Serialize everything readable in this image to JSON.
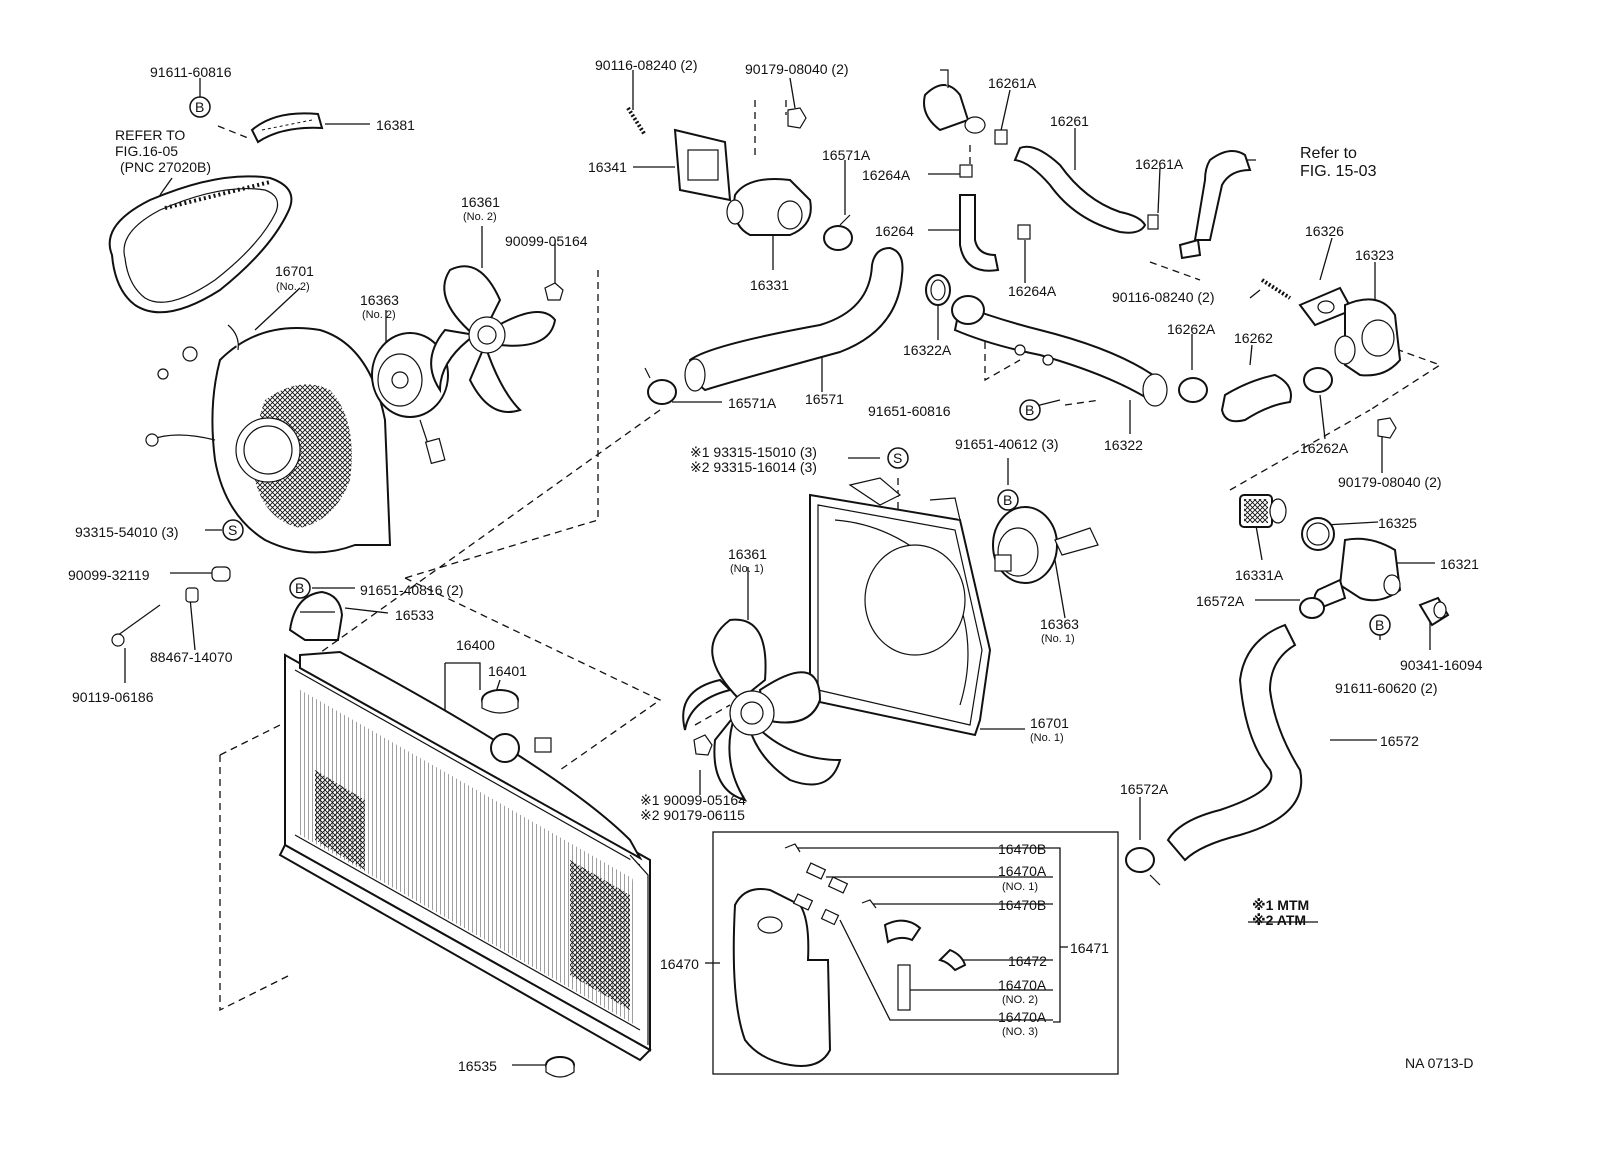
{
  "callouts": [
    {
      "id": "c1",
      "text": "91611-60816"
    },
    {
      "id": "c2",
      "text": "16381"
    },
    {
      "id": "c3",
      "text": "REFER TO"
    },
    {
      "id": "c4",
      "text": "FIG.16-05"
    },
    {
      "id": "c5",
      "text": "(PNC 27020B)"
    },
    {
      "id": "c6",
      "text": "16361"
    },
    {
      "id": "c7",
      "text": "(No. 2)"
    },
    {
      "id": "c8",
      "text": "90099-05164"
    },
    {
      "id": "c9",
      "text": "16701"
    },
    {
      "id": "c10",
      "text": "(No. 2)"
    },
    {
      "id": "c11",
      "text": "16363"
    },
    {
      "id": "c12",
      "text": "(No. 2)"
    },
    {
      "id": "c13",
      "text": "93315-54010 (3)"
    },
    {
      "id": "c14",
      "text": "90099-32119"
    },
    {
      "id": "c15",
      "text": "88467-14070"
    },
    {
      "id": "c16",
      "text": "90119-06186"
    },
    {
      "id": "c17",
      "text": "91651-40816 (2)"
    },
    {
      "id": "c18",
      "text": "16533"
    },
    {
      "id": "c19",
      "text": "16400"
    },
    {
      "id": "c20",
      "text": "16401"
    },
    {
      "id": "c21",
      "text": "16535"
    },
    {
      "id": "c22",
      "text": "90116-08240 (2)"
    },
    {
      "id": "c23",
      "text": "90179-08040 (2)"
    },
    {
      "id": "c24",
      "text": "16341"
    },
    {
      "id": "c25",
      "text": "16571A"
    },
    {
      "id": "c26",
      "text": "16331"
    },
    {
      "id": "c27",
      "text": "16571A"
    },
    {
      "id": "c28",
      "text": "16571"
    },
    {
      "id": "c29",
      "text": "16261A"
    },
    {
      "id": "c30",
      "text": "16261"
    },
    {
      "id": "c31",
      "text": "16264A"
    },
    {
      "id": "c32",
      "text": "16261A"
    },
    {
      "id": "c33",
      "text": "Refer to"
    },
    {
      "id": "c34",
      "text": "FIG. 15-03"
    },
    {
      "id": "c35",
      "text": "16264"
    },
    {
      "id": "c36",
      "text": "16264A"
    },
    {
      "id": "c37",
      "text": "16326"
    },
    {
      "id": "c38",
      "text": "16323"
    },
    {
      "id": "c39",
      "text": "90116-08240 (2)"
    },
    {
      "id": "c40",
      "text": "16322A"
    },
    {
      "id": "c41",
      "text": "16262A"
    },
    {
      "id": "c42",
      "text": "16262"
    },
    {
      "id": "c43",
      "text": "91651-60816"
    },
    {
      "id": "c44",
      "text": "16322"
    },
    {
      "id": "c45",
      "text": "16262A"
    },
    {
      "id": "c46",
      "text": "90179-08040 (2)"
    },
    {
      "id": "c47",
      "text": "※1  93315-15010 (3)"
    },
    {
      "id": "c48",
      "text": "※2  93315-16014 (3)"
    },
    {
      "id": "c49",
      "text": "91651-40612 (3)"
    },
    {
      "id": "c50",
      "text": "16325"
    },
    {
      "id": "c51",
      "text": "16331A"
    },
    {
      "id": "c52",
      "text": "16321"
    },
    {
      "id": "c53",
      "text": "16572A"
    },
    {
      "id": "c54",
      "text": "90341-16094"
    },
    {
      "id": "c55",
      "text": "91611-60620 (2)"
    },
    {
      "id": "c56",
      "text": "16361"
    },
    {
      "id": "c57",
      "text": "(No. 1)"
    },
    {
      "id": "c58",
      "text": "16363"
    },
    {
      "id": "c59",
      "text": "(No. 1)"
    },
    {
      "id": "c60",
      "text": "16701"
    },
    {
      "id": "c61",
      "text": "(No. 1)"
    },
    {
      "id": "c62",
      "text": "16572"
    },
    {
      "id": "c63",
      "text": "※1  90099-05164"
    },
    {
      "id": "c64",
      "text": "※2  90179-06115"
    },
    {
      "id": "c65",
      "text": "16572A"
    },
    {
      "id": "c66",
      "text": "16470B"
    },
    {
      "id": "c67",
      "text": "16470A"
    },
    {
      "id": "c68",
      "text": "(NO. 1)"
    },
    {
      "id": "c69",
      "text": "16470B"
    },
    {
      "id": "c70",
      "text": "16472"
    },
    {
      "id": "c71",
      "text": "16471"
    },
    {
      "id": "c72",
      "text": "16470A"
    },
    {
      "id": "c73",
      "text": "(NO. 2)"
    },
    {
      "id": "c74",
      "text": "16470A"
    },
    {
      "id": "c75",
      "text": "(NO. 3)"
    },
    {
      "id": "c76",
      "text": "16470"
    },
    {
      "id": "c77",
      "text": "※1  MTM"
    },
    {
      "id": "c78",
      "text": "※2  ATM"
    },
    {
      "id": "c79",
      "text": "NA 0713-D"
    }
  ],
  "markers": [
    {
      "id": "m1",
      "text": "B"
    },
    {
      "id": "m2",
      "text": "S"
    },
    {
      "id": "m3",
      "text": "B"
    },
    {
      "id": "m4",
      "text": "B"
    },
    {
      "id": "m5",
      "text": "S"
    },
    {
      "id": "m6",
      "text": "B"
    },
    {
      "id": "m7",
      "text": "B"
    }
  ]
}
